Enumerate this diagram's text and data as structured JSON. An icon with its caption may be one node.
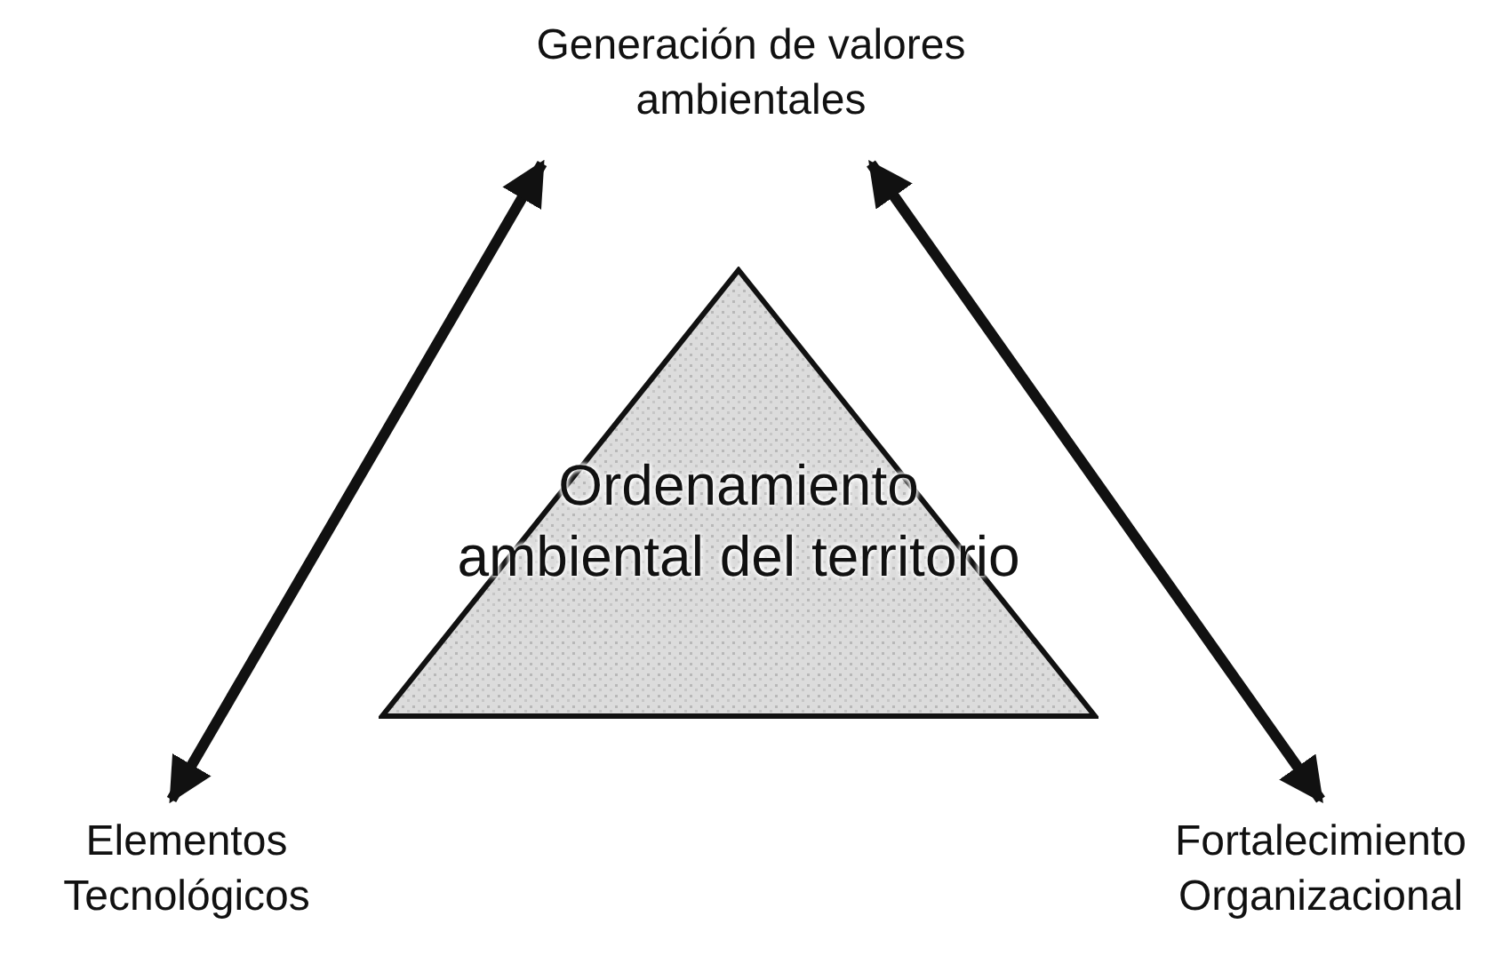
{
  "diagram": {
    "nodes": [
      {
        "text": [
          "Generación de valores ambientales"
        ]
      },
      {
        "text": [
          "Ordenamiento ambiental del territorio"
        ]
      },
      {
        "text": [
          "Elementos Tecnológicos"
        ]
      },
      {
        "text": [
          "Fortalecimiento Organizacional"
        ]
      }
    ],
    "edges": [
      {
        "from": 0,
        "to": 2,
        "arrow": "both"
      },
      {
        "from": 0,
        "to": 3,
        "arrow": "both"
      }
    ]
  }
}
